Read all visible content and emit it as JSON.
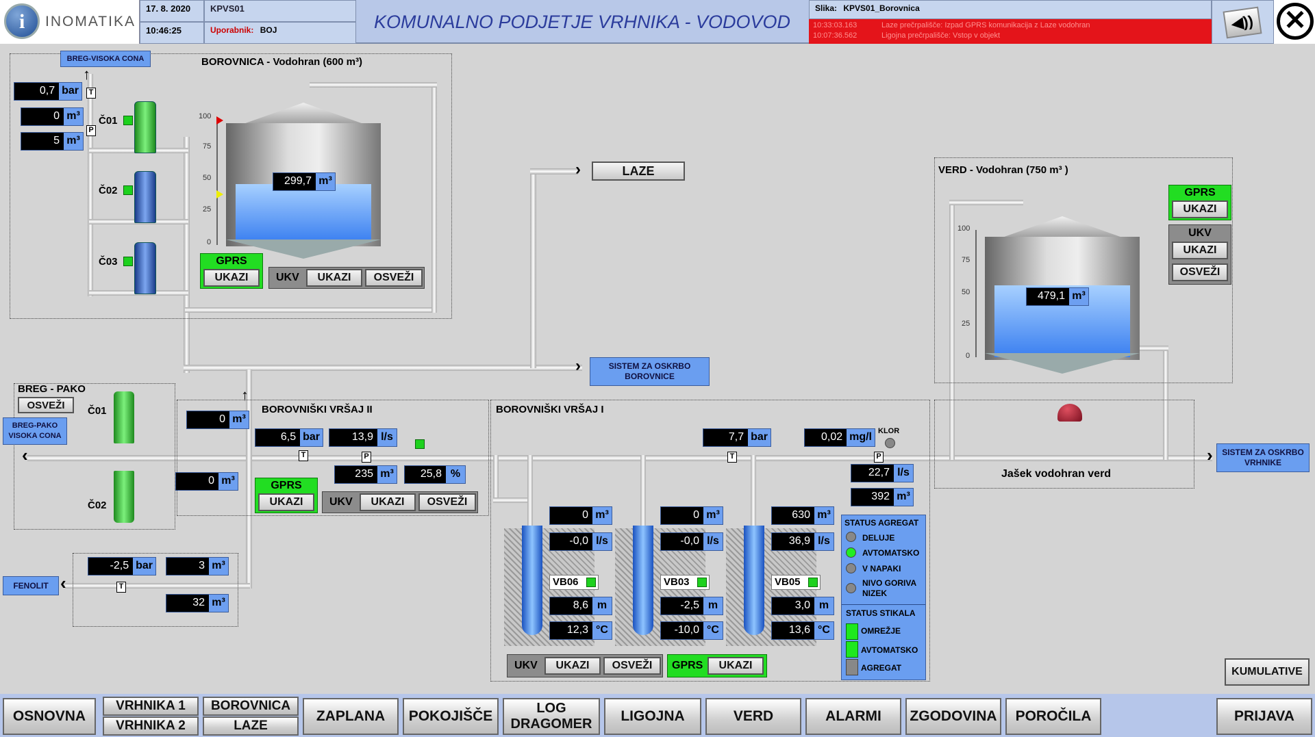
{
  "header": {
    "logo_text": "INOMATIKA",
    "date": "17. 8. 2020",
    "time": "10:46:25",
    "station": "KPVS01",
    "user_label": "Uporabnik:",
    "user": "BOJ",
    "title": "KOMUNALNO PODJETJE VRHNIKA - VODOVOD",
    "image_label": "Slika:",
    "image_name": "KPVS01_Borovnica",
    "alarms": [
      {
        "time": "10:33:03.163",
        "text": "Laze prečrpališče: Izpad GPRS komunikacija z Laze vodohran"
      },
      {
        "time": "10:07:36.562",
        "text": "Ligojna prečrpališče: Vstop v objekt"
      }
    ]
  },
  "borovnica": {
    "title": "BOROVNICA - Vodohran (600 m³)",
    "breg_visoka": "BREG-VISOKA CONA",
    "pressure": {
      "value": "0,7",
      "unit": "bar"
    },
    "flow1": {
      "value": "0",
      "unit": "m³"
    },
    "flow2": {
      "value": "5",
      "unit": "m³"
    },
    "pumps": [
      "Č01",
      "Č02",
      "Č03"
    ],
    "level": {
      "value": "299,7",
      "unit": "m³"
    },
    "scale": [
      "100",
      "75",
      "50",
      "25",
      "0"
    ],
    "fill_fraction": 0.5
  },
  "laze": "LAZE",
  "sistem_borovnice": "SISTEM ZA OSKRBO BOROVNICE",
  "verd": {
    "title": "VERD - Vodohran (750 m³ )",
    "level": {
      "value": "479,1",
      "unit": "m³"
    },
    "scale": [
      "100",
      "75",
      "50",
      "25",
      "0"
    ],
    "fill_fraction": 0.62,
    "jasek": "Jašek vodohran verd",
    "sistem_vrhnike": "SISTEM ZA OSKRBO VRHNIKE"
  },
  "breg_pako": {
    "title": "BREG - PAKO",
    "refresh": "OSVEŽI",
    "visoka": "BREG-PAKO VISOKA CONA",
    "pumps": [
      "Č01",
      "Č02"
    ]
  },
  "vrsaj2": {
    "title": "BOROVNIŠKI VRŠAJ   II",
    "v_top": {
      "value": "0",
      "unit": "m³"
    },
    "v_mid": {
      "value": "0",
      "unit": "m³"
    },
    "pressure": {
      "value": "6,5",
      "unit": "bar"
    },
    "flow": {
      "value": "13,9",
      "unit": "l/s"
    },
    "total": {
      "value": "235",
      "unit": "m³"
    },
    "percent": {
      "value": "25,8",
      "unit": "%"
    }
  },
  "fenolit": {
    "label": "FENOLIT",
    "pressure": {
      "value": "-2,5",
      "unit": "bar"
    },
    "v1": {
      "value": "3",
      "unit": "m³"
    },
    "v2": {
      "value": "32",
      "unit": "m³"
    }
  },
  "vrsaj1": {
    "title": "BOROVNIŠKI VRŠAJ   I",
    "pressure": {
      "value": "7,7",
      "unit": "bar"
    },
    "chlor": {
      "value": "0,02",
      "unit": "mg/l"
    },
    "klor_label": "KLOR",
    "flow": {
      "value": "22,7",
      "unit": "l/s"
    },
    "total": {
      "value": "392",
      "unit": "m³"
    },
    "wells": [
      {
        "name": "VB06",
        "v": {
          "value": "0",
          "unit": "m³"
        },
        "q": {
          "value": "-0,0",
          "unit": "l/s"
        },
        "h": {
          "value": "8,6",
          "unit": "m"
        },
        "t": {
          "value": "12,3",
          "unit": "°C"
        }
      },
      {
        "name": "VB03",
        "v": {
          "value": "0",
          "unit": "m³"
        },
        "q": {
          "value": "-0,0",
          "unit": "l/s"
        },
        "h": {
          "value": "-2,5",
          "unit": "m"
        },
        "t": {
          "value": "-10,0",
          "unit": "°C"
        }
      },
      {
        "name": "VB05",
        "v": {
          "value": "630",
          "unit": "m³"
        },
        "q": {
          "value": "36,9",
          "unit": "l/s"
        },
        "h": {
          "value": "3,0",
          "unit": "m"
        },
        "t": {
          "value": "13,6",
          "unit": "°C"
        }
      }
    ],
    "status_agregat": "STATUS AGREGAT",
    "agregat_items": [
      "DELUJE",
      "AVTOMATSKO",
      "V NAPAKI",
      "NIVO GORIVA NIZEK"
    ],
    "status_stikala": "STATUS STIKALA",
    "stikala_items": [
      "OMREŽJE",
      "AVTOMATSKO",
      "AGREGAT"
    ]
  },
  "controls": {
    "gprs": "GPRS",
    "ukv": "UKV",
    "ukazi": "UKAZI",
    "osvezi": "OSVEŽI",
    "kumulative": "KUMULATIVE"
  },
  "valve_letters": {
    "t": "T",
    "p": "P"
  },
  "nav": {
    "osnovna": "OSNOVNA",
    "vrhnika1": "VRHNIKA 1",
    "vrhnika2": "VRHNIKA 2",
    "borovnica": "BOROVNICA",
    "laze": "LAZE",
    "zaplana": "ZAPLANA",
    "pokojisce": "POKOJIŠČE",
    "log1": "LOG",
    "log2": "DRAGOMER",
    "ligojna": "LIGOJNA",
    "verd": "VERD",
    "alarmi": "ALARMI",
    "zgodovina": "ZGODOVINA",
    "porocila": "POROČILA",
    "prijava": "PRIJAVA"
  }
}
